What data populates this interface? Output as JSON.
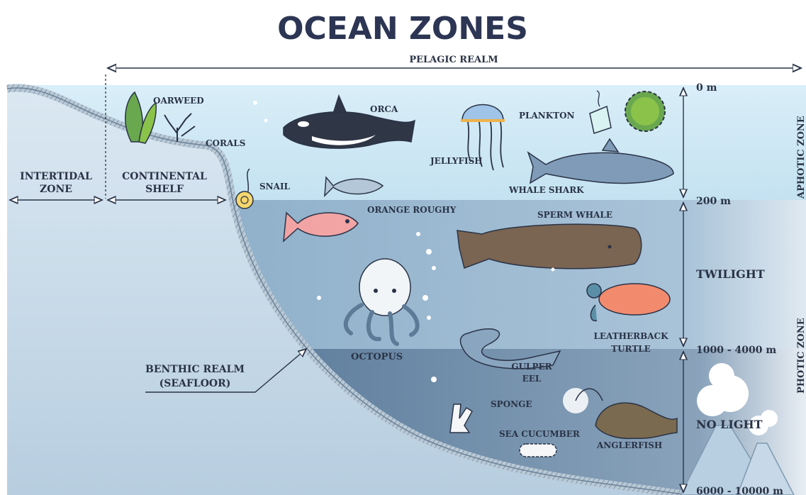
{
  "title": "OCEAN ZONES",
  "realms": {
    "pelagic": "PELAGIC REALM",
    "intertidal_1": "INTERTIDAL",
    "intertidal_2": "ZONE",
    "continental_1": "CONTINENTAL",
    "continental_2": "SHELF",
    "benthic_1": "BENTHIC REALM",
    "benthic_2": "(SEAFLOOR)"
  },
  "depths": {
    "d0": "0 m",
    "d200": "200 m",
    "d1000": "1000 - 4000 m",
    "d6000": "6000 - 10000 m"
  },
  "zones": {
    "twilight": "TWILIGHT",
    "nolight": "NO LIGHT",
    "aphotic": "APHOTIC ZONE",
    "photic": "PHOTIC ZONE"
  },
  "organisms": {
    "oarweed": "OARWEED",
    "corals": "CORALS",
    "snail": "SNAIL",
    "orca": "ORCA",
    "plankton": "PLANKTON",
    "jellyfish": "JELLYFISH",
    "whale_shark": "WHALE SHARK",
    "orange_roughy": "ORANGE ROUGHY",
    "sperm_whale": "SPERM WHALE",
    "leatherback_1": "LEATHERBACK",
    "leatherback_2": "TURTLE",
    "octopus": "OCTOPUS",
    "gulper_1": "GULPER",
    "gulper_2": "EEL",
    "sponge": "SPONGE",
    "sea_cucumber": "SEA CUCUMBER",
    "anglerfish": "ANGLERFISH"
  },
  "colors": {
    "ink": "#2a3346",
    "surface_water": "#d6ecf6",
    "twilight_water": "#9cb8cf",
    "deep_water": "#6e8aa6"
  }
}
